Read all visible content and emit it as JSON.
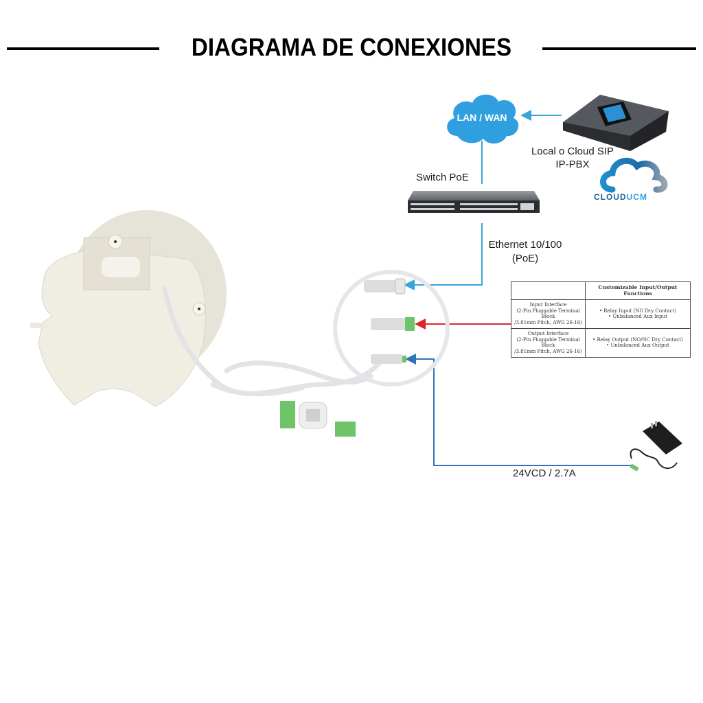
{
  "title": "DIAGRAMA DE CONEXIONES",
  "colors": {
    "ethernet_line": "#3aa3d8",
    "io_line": "#d9262a",
    "power_line": "#2f74b5",
    "cloud_fill": "#2f9fe0",
    "title_text": "#000000"
  },
  "nodes": {
    "cloud": {
      "label": "LAN / WAN"
    },
    "pbx": {
      "label_line1": "Local o Cloud SIP",
      "label_line2": "IP-PBX"
    },
    "clouducm": {
      "label_part1": "CLOUD",
      "label_part2": "UCM"
    },
    "switch": {
      "label": "Switch PoE"
    },
    "ethernet": {
      "label_line1": "Ethernet 10/100",
      "label_line2": "(PoE)"
    },
    "power": {
      "label": "24VCD / 2.7A"
    }
  },
  "io_table": {
    "header": [
      "",
      "Customizable Input/Output Functions"
    ],
    "rows": [
      {
        "interface": [
          "Input Interface",
          "(2-Pin Pluggable Terminal Block",
          "/3.81mm Pitch, AWG 26-16)"
        ],
        "functions": [
          "• Relay Input (NO Dry Contact)",
          "• Unbalanced Aux Input"
        ]
      },
      {
        "interface": [
          "Output Interface",
          "(2-Pin Pluggable Terminal Block",
          "/3.81mm Pitch, AWG 26-16)"
        ],
        "functions": [
          "• Relay Output (NO/NC Dry Contact)",
          "• Unbalanced Aux Output"
        ]
      }
    ]
  }
}
